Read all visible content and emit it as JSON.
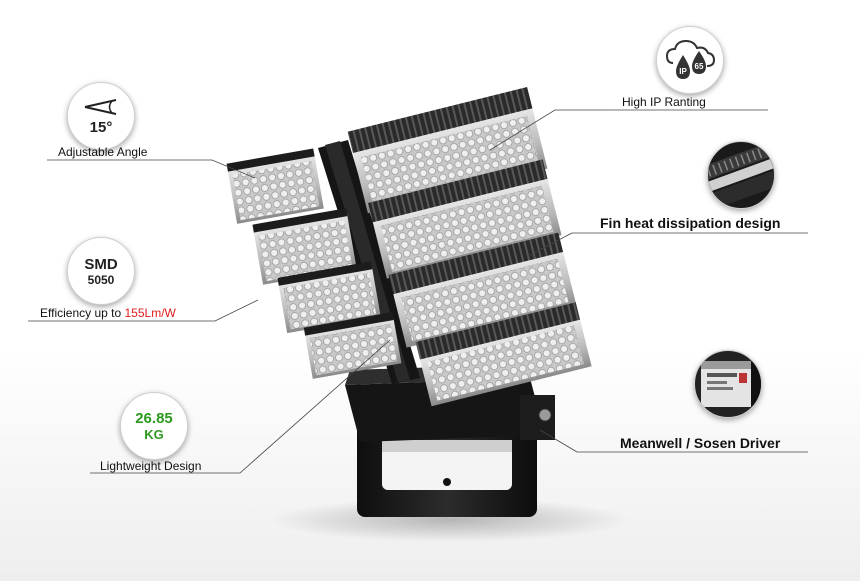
{
  "features": {
    "angle": {
      "value": "15°",
      "label": "Adjustable Angle"
    },
    "smd": {
      "line1": "SMD",
      "line2": "5050",
      "label_prefix": "Efficiency up to ",
      "label_highlight": "155Lm/W"
    },
    "weight": {
      "value": "26.85",
      "unit": "KG",
      "label": "Lightweight Design"
    },
    "ip": {
      "badge_ip": "IP",
      "badge_rating": "65",
      "label": "High IP Ranting"
    },
    "fin": {
      "label": "Fin heat dissipation design"
    },
    "driver": {
      "label": "Meanwell / Sosen Driver"
    }
  },
  "colors": {
    "highlight_red": "#e01b1b",
    "weight_green": "#2c9a1e",
    "lamp_body": "#1a1a1a"
  }
}
